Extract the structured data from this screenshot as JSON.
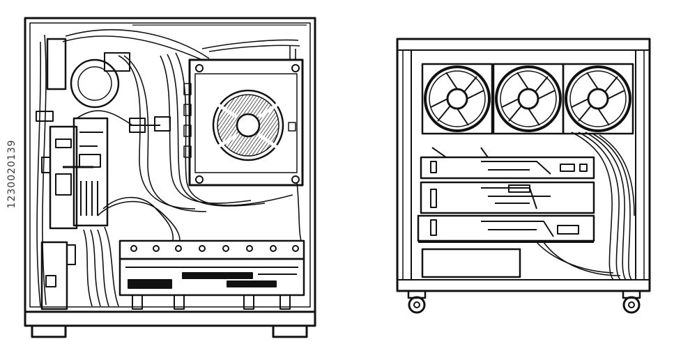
{
  "image": {
    "kind": "line-art illustration",
    "subjects": [
      "pc-case-side-view",
      "pc-case-front-view-with-fans"
    ],
    "stock_id": "1230020139",
    "colors": {
      "stroke": "#111111",
      "background": "#ffffff",
      "watermark": "#3a3a3a"
    }
  }
}
